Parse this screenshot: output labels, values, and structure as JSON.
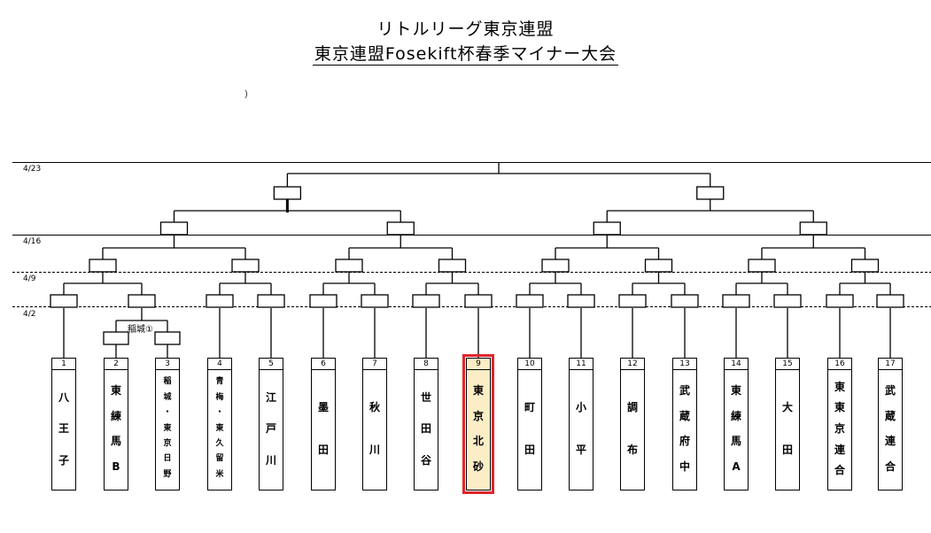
{
  "title": "リトルリーグ東京連盟",
  "subtitle": "東京連盟Fosekift杯春季マイナー大会",
  "note": "）",
  "dates": [
    "4/23",
    "4/16",
    "4/9",
    "4/2"
  ],
  "sub_bracket_label": "稲城①",
  "teams": [
    {
      "num": "1",
      "name": "八王子"
    },
    {
      "num": "2",
      "name": "東練馬B"
    },
    {
      "num": "3",
      "name": "稲城・東京日野"
    },
    {
      "num": "4",
      "name": "青梅・東久留米"
    },
    {
      "num": "5",
      "name": "江戸川"
    },
    {
      "num": "6",
      "name": "墨田"
    },
    {
      "num": "7",
      "name": "秋川"
    },
    {
      "num": "8",
      "name": "世田谷"
    },
    {
      "num": "9",
      "name": "東京北砂",
      "highlight": true
    },
    {
      "num": "10",
      "name": "町田"
    },
    {
      "num": "11",
      "name": "小平"
    },
    {
      "num": "12",
      "name": "調布"
    },
    {
      "num": "13",
      "name": "武蔵府中"
    },
    {
      "num": "14",
      "name": "東練馬A"
    },
    {
      "num": "15",
      "name": "大田"
    },
    {
      "num": "16",
      "name": "東東京連合"
    },
    {
      "num": "17",
      "name": "武蔵連合"
    }
  ],
  "colors": {
    "highlight_border": "#e0262b",
    "highlight_fill": "#fbeec7"
  }
}
